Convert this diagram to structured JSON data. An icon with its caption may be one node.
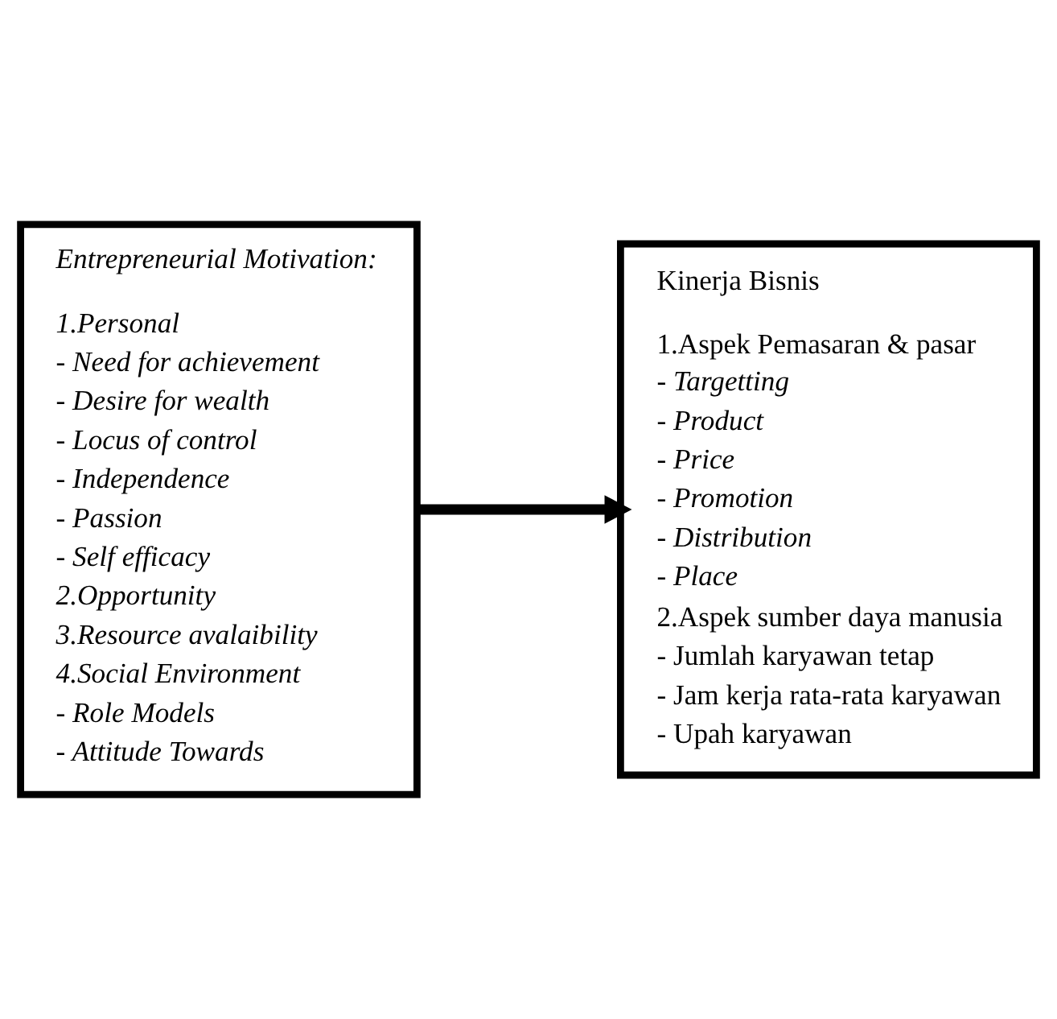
{
  "diagram": {
    "nodes": [
      {
        "text": [
          "Entrepreneurial Motivation:",
          "1.Personal",
          "- Need for achievement",
          "- Desire for wealth",
          "- Locus of control",
          "- Independence",
          "- Passion",
          "- Self efficacy",
          "2.Opportunity",
          "3.Resource avalaibility",
          "4.Social Environment",
          "- Role Models",
          "- Attitude Towards"
        ]
      },
      {
        "text": [
          "Kinerja Bisnis",
          "1.Aspek Pemasaran & pasar",
          "- Targetting",
          "- Product",
          "- Price",
          "- Promotion",
          "- Distribution",
          "- Place",
          "2.Aspek sumber daya manusia",
          "- Jumlah karyawan tetap",
          "- Jam kerja rata-rata karyawan",
          "- Upah karyawan"
        ]
      }
    ],
    "edges": [
      {
        "from": 0,
        "to": 1,
        "arrow": "to"
      }
    ]
  }
}
